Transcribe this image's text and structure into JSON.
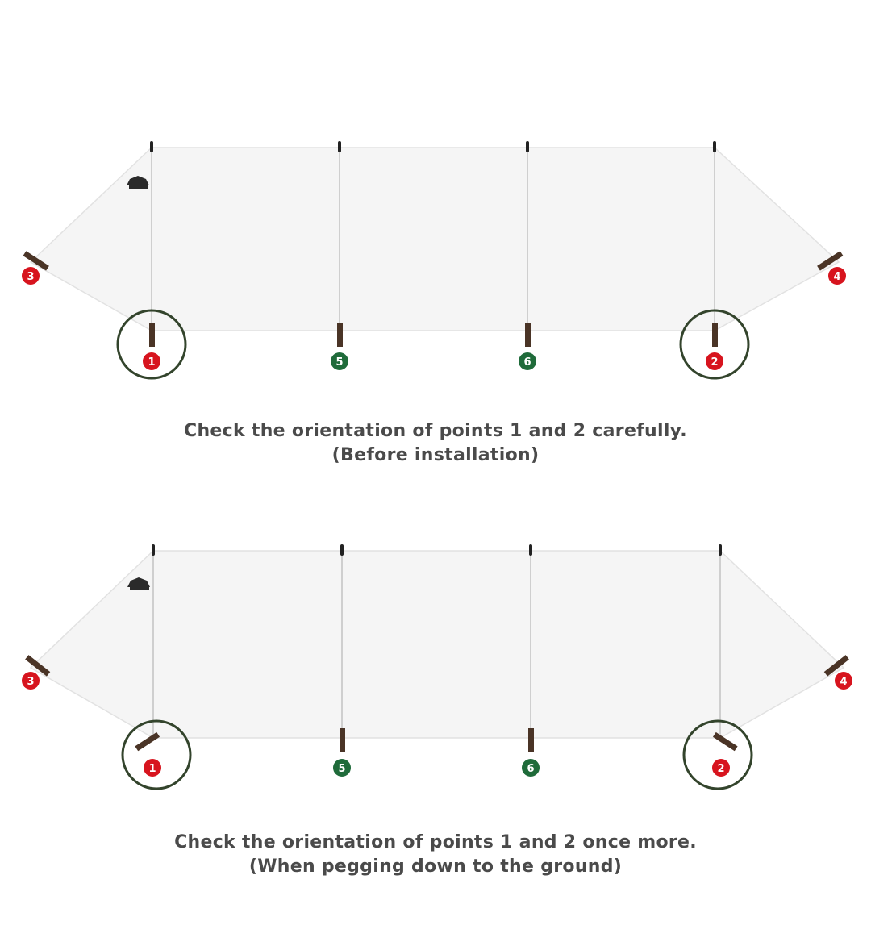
{
  "colors": {
    "tarp_fill": "#f5f5f5",
    "tarp_edge": "#e2e2e2",
    "pole": "#cfcfcf",
    "peg": "#4a3426",
    "marker_red": "#d7141e",
    "marker_green": "#1f6b3a",
    "highlight_ring": "#33442c",
    "caption_text": "#4a4a4a"
  },
  "diagrams": [
    {
      "pegs": [
        {
          "label": "1",
          "color": "red",
          "orientation": "vertical",
          "highlighted": true
        },
        {
          "label": "5",
          "color": "green",
          "orientation": "vertical",
          "highlighted": false
        },
        {
          "label": "6",
          "color": "green",
          "orientation": "vertical",
          "highlighted": false
        },
        {
          "label": "2",
          "color": "red",
          "orientation": "vertical",
          "highlighted": true
        },
        {
          "label": "3",
          "color": "red",
          "orientation": "diagonal",
          "highlighted": false
        },
        {
          "label": "4",
          "color": "red",
          "orientation": "diagonal",
          "highlighted": false
        }
      ],
      "caption_line1": "Check the orientation of points 1 and 2 carefully.",
      "caption_line2": "(Before installation)"
    },
    {
      "pegs": [
        {
          "label": "1",
          "color": "red",
          "orientation": "diagonal",
          "highlighted": true
        },
        {
          "label": "5",
          "color": "green",
          "orientation": "vertical",
          "highlighted": false
        },
        {
          "label": "6",
          "color": "green",
          "orientation": "vertical",
          "highlighted": false
        },
        {
          "label": "2",
          "color": "red",
          "orientation": "diagonal",
          "highlighted": true
        },
        {
          "label": "3",
          "color": "red",
          "orientation": "diagonal",
          "highlighted": false
        },
        {
          "label": "4",
          "color": "red",
          "orientation": "diagonal",
          "highlighted": false
        }
      ],
      "caption_line1": "Check the orientation of points 1 and 2 once more.",
      "caption_line2": "(When pegging down to the ground)"
    }
  ]
}
